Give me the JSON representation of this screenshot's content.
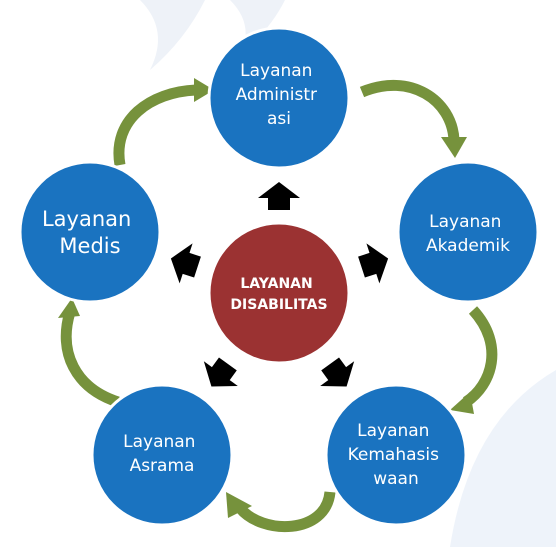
{
  "diagram": {
    "center": {
      "label_line1": "LAYANAN",
      "label_line2": "DISABILITAS"
    },
    "nodes": [
      {
        "lines": [
          "Layanan",
          "Administr",
          "asi"
        ]
      },
      {
        "lines": [
          "Layanan",
          "Akademik"
        ]
      },
      {
        "lines": [
          "Layanan",
          "Kemahasis",
          "waan"
        ]
      },
      {
        "lines": [
          "Layanan",
          "Asrama"
        ]
      },
      {
        "lines": [
          "Layanan",
          "Medis"
        ]
      }
    ],
    "colors": {
      "node_fill": "#1a73c0",
      "center_fill": "#9b3232",
      "cycle_arrow": "#76923c",
      "spoke_arrow": "#000000",
      "background_decoration": "#eaf0f8"
    },
    "icons": {
      "spoke": "block-arrow-outward-icon",
      "cycle": "curved-arrow-clockwise-icon"
    }
  }
}
